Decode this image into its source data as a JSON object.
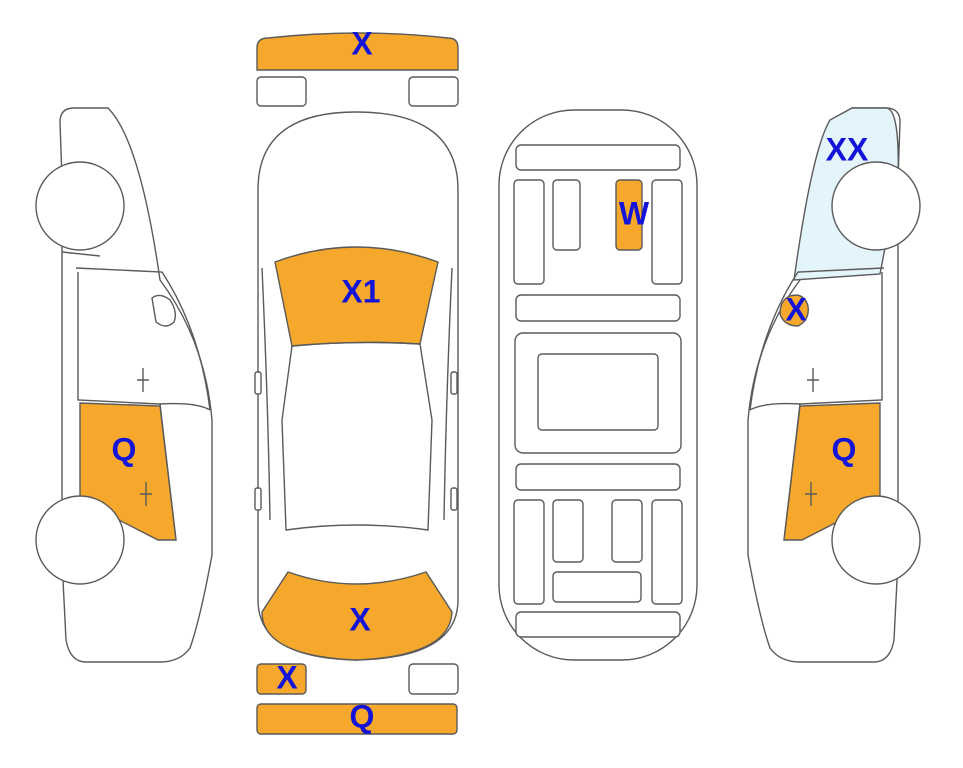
{
  "colors": {
    "damage_fill": "#f5a82b",
    "tint_fill": "#e3f4fa",
    "code_text": "#1414d8",
    "outline": "#5a5a5a"
  },
  "labels": {
    "front_bumper": "X",
    "hood": "X1",
    "roof": "W",
    "right_rear_glass": "XX",
    "right_mirror": "X",
    "left_rear_door": "Q",
    "right_rear_door": "Q",
    "trunk_lid": "X",
    "rear_left_light": "X",
    "rear_bumper": "Q"
  }
}
